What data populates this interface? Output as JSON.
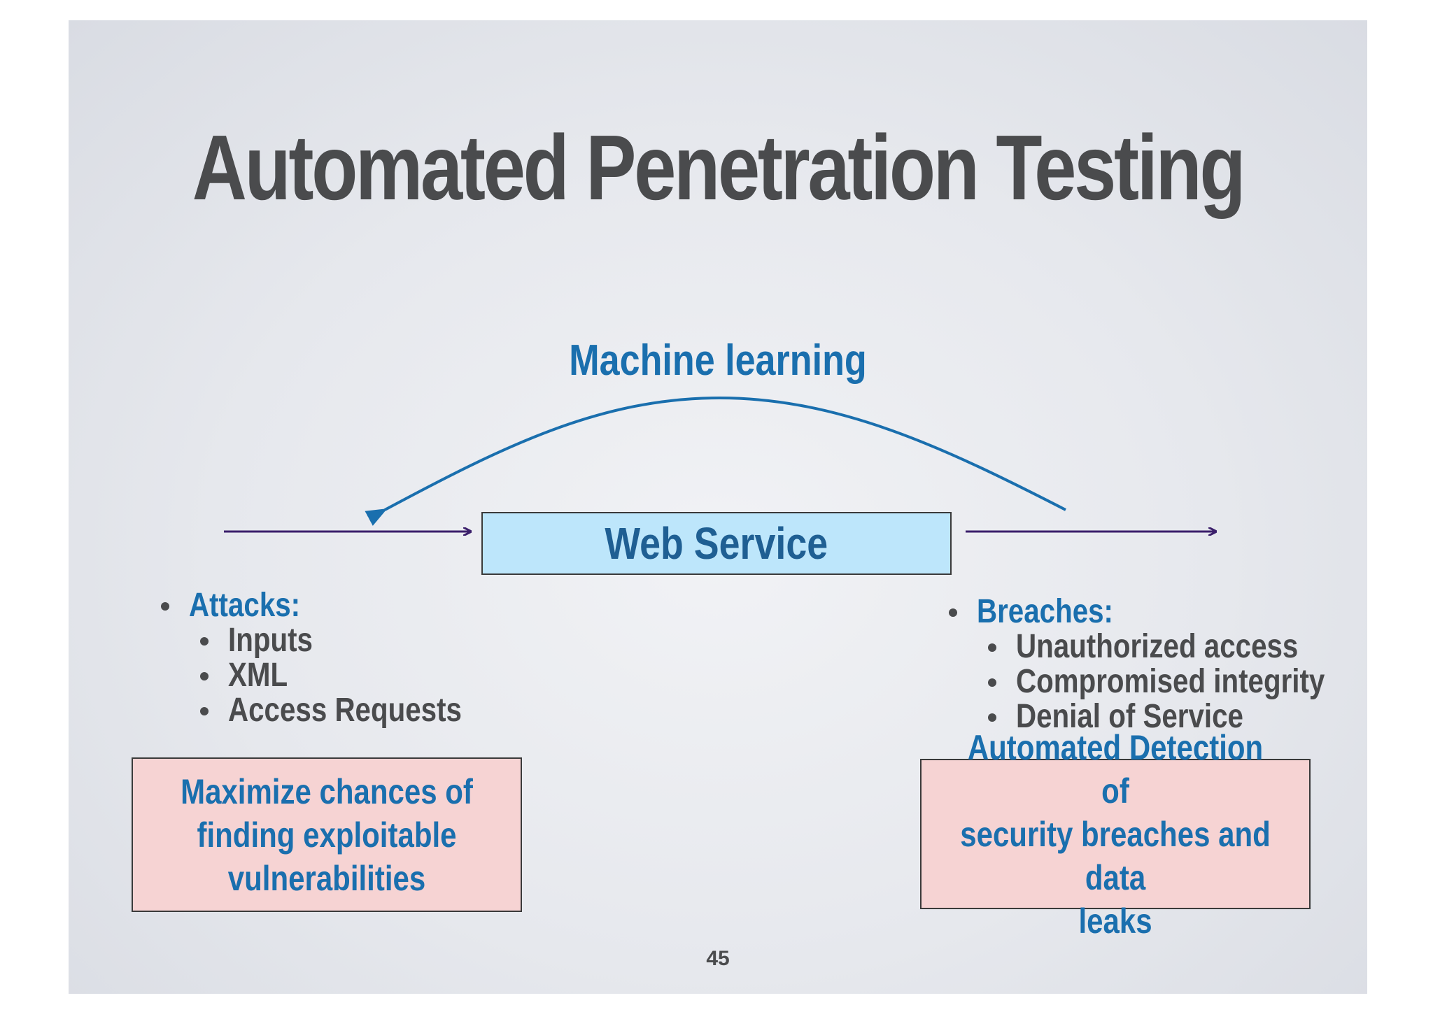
{
  "slide": {
    "title": "Automated Penetration Testing",
    "page_number": "45"
  },
  "diagram": {
    "loop_label": "Machine learning",
    "center_box": "Web Service",
    "colors": {
      "title": "#4a4b4d",
      "accent_blue": "#1a6fae",
      "flow_arrow": "#3b1f6b",
      "loop_arrow": "#1a6fae",
      "center_box_fill": "#bde6fb",
      "note_box_fill": "#f6d3d3"
    }
  },
  "attacks": {
    "heading": "Attacks:",
    "items": [
      "Inputs",
      "XML",
      "Access Requests"
    ]
  },
  "breaches": {
    "heading": "Breaches:",
    "items": [
      "Unauthorized access",
      "Compromised integrity",
      "Denial of Service"
    ]
  },
  "notes": {
    "left": [
      "Maximize chances of",
      "finding exploitable",
      "vulnerabilities"
    ],
    "right": [
      "Automated Detection of",
      "security breaches and data",
      "leaks"
    ]
  }
}
